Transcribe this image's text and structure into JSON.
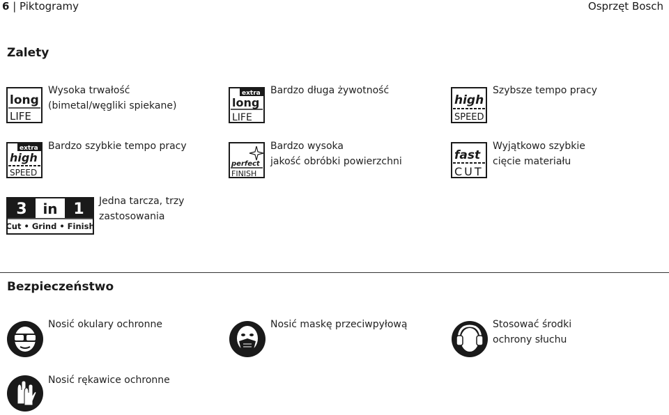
{
  "header": {
    "page_number": "6",
    "section": "Piktogramy",
    "brand": "Osprzęt Bosch"
  },
  "advantages": {
    "title": "Zalety",
    "items": [
      {
        "id": "long-life",
        "text": [
          "Wysoka trwałość",
          "(bimetal/węgliki spiekane)"
        ],
        "icon": "long-life-icon",
        "icon_text": {
          "top": "long",
          "bottom": "LIFE"
        }
      },
      {
        "id": "extra-long-life",
        "text": [
          "Bardzo długa żywotność"
        ],
        "icon": "extra-long-life-icon",
        "icon_text": {
          "tag": "extra",
          "top": "long",
          "bottom": "LIFE"
        }
      },
      {
        "id": "high-speed",
        "text": [
          "Szybsze tempo pracy"
        ],
        "icon": "high-speed-icon",
        "icon_text": {
          "top": "high",
          "bottom": "SPEED"
        }
      },
      {
        "id": "extra-high-speed",
        "text": [
          "Bardzo szybkie tempo pracy"
        ],
        "icon": "extra-high-speed-icon",
        "icon_text": {
          "tag": "extra",
          "top": "high",
          "bottom": "SPEED"
        }
      },
      {
        "id": "perfect-finish",
        "text": [
          "Bardzo wysoka",
          "jakość obróbki powierzchni"
        ],
        "icon": "perfect-finish-icon",
        "icon_text": {
          "top": "perfect",
          "bottom": "FINISH"
        }
      },
      {
        "id": "fast-cut",
        "text": [
          "Wyjątkowo szybkie",
          "cięcie materiału"
        ],
        "icon": "fast-cut-icon",
        "icon_text": {
          "top": "fast",
          "bottom": "CUT"
        }
      },
      {
        "id": "three-in-one",
        "text": [
          "Jedna tarcza, trzy",
          "zastosowania"
        ],
        "icon": "three-in-one-icon",
        "icon_text": {
          "a": "3",
          "b": "in",
          "c": "1",
          "bottom": "Cut • Grind • Finish"
        }
      }
    ]
  },
  "safety": {
    "title": "Bezpieczeństwo",
    "items": [
      {
        "id": "goggles",
        "text": [
          "Nosić okulary ochronne"
        ],
        "icon": "safety-goggles-icon"
      },
      {
        "id": "mask",
        "text": [
          "Nosić maskę przeciwpyłową"
        ],
        "icon": "dust-mask-icon"
      },
      {
        "id": "ear",
        "text": [
          "Stosować środki",
          "ochrony słuchu"
        ],
        "icon": "ear-protection-icon"
      },
      {
        "id": "gloves",
        "text": [
          "Nosić rękawice ochronne"
        ],
        "icon": "gloves-icon"
      }
    ]
  },
  "colors": {
    "ink": "#1a1a1a",
    "line": "#333333"
  }
}
